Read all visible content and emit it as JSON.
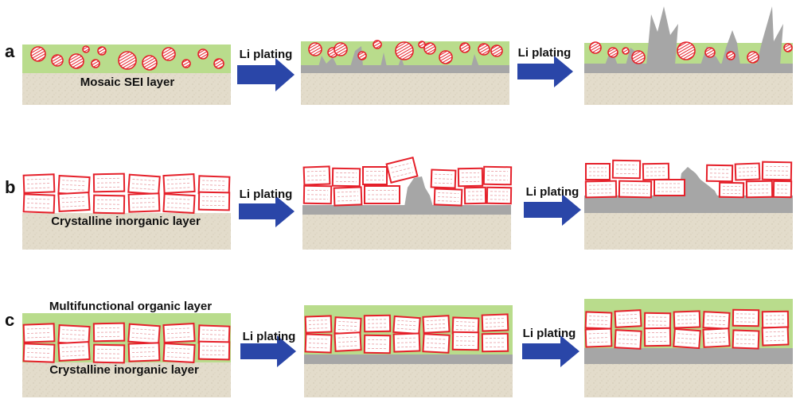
{
  "rows": [
    {
      "letter": "a",
      "panel_label": "Mosaic SEI layer",
      "arrows": [
        "Li plating",
        "Li plating"
      ]
    },
    {
      "letter": "b",
      "panel_label": "Crystalline inorganic layer",
      "arrows": [
        "Li plating",
        "Li plating"
      ]
    },
    {
      "letter": "c",
      "panel_label_top": "Multifunctional organic layer",
      "panel_label": "Crystalline inorganic layer",
      "arrows": [
        "Li plating",
        "Li plating"
      ]
    }
  ],
  "colors": {
    "substrate": "#e3dccb",
    "lithium": "#a6a6a6",
    "sei_green": "#b9dc8c",
    "crystal_stroke": "#e5202a",
    "arrow": "#2a46a8"
  }
}
